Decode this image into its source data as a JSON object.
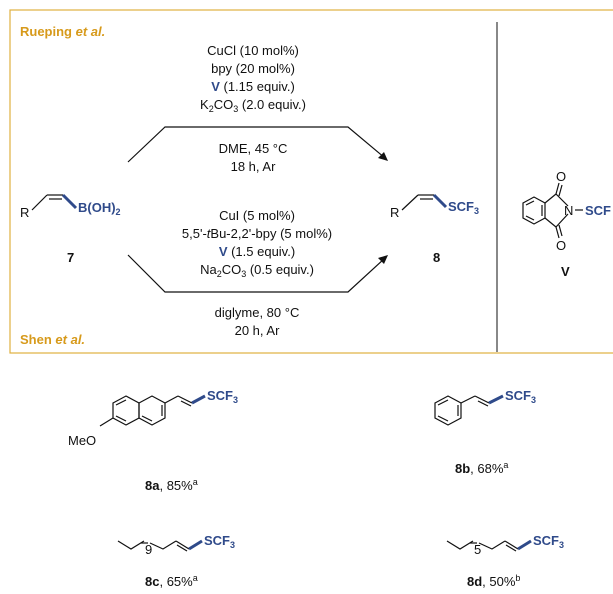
{
  "references": {
    "top": "Rueping",
    "top_etal": "et al.",
    "bottom": "Shen",
    "bottom_etal": "et al."
  },
  "reagent_groups": {
    "upper_above": [
      "CuCl (10 mol%)",
      "bpy (20 mol%)"
    ],
    "upper_V": "V",
    "upper_V_rest": " (1.15 equiv.)",
    "upper_base_a": "K",
    "upper_base_sub1": "2",
    "upper_base_b": "CO",
    "upper_base_sub2": "3",
    "upper_base_c": " (2.0 equiv.)",
    "upper_below": [
      "DME, 45 °C",
      "18 h, Ar"
    ],
    "lower_above_0": "CuI (5 mol%)",
    "lower_above_1a": "5,5'-",
    "lower_above_1b": "t",
    "lower_above_1c": "Bu-2,2'-bpy (5 mol%)",
    "lower_V": "V",
    "lower_V_rest": " (1.5 equiv.)",
    "lower_base_a": "Na",
    "lower_base_sub1": "2",
    "lower_base_b": "CO",
    "lower_base_sub2": "3",
    "lower_base_c": " (0.5 equiv.)",
    "lower_below": [
      "diglyme, 80 °C",
      "20 h, Ar"
    ]
  },
  "compounds": {
    "sm_R": "R",
    "sm_group": "B(OH)",
    "sm_sub": "2",
    "sm_label": "7",
    "prod_R": "R",
    "prod_group": "SCF",
    "prod_sub": "3",
    "prod_label": "8",
    "reagent_O1": "O",
    "reagent_O2": "O",
    "reagent_N": "N",
    "reagent_group": "SCF",
    "reagent_label": "V"
  },
  "products": [
    {
      "id": "8a",
      "yield": ", 85%",
      "note": "a",
      "group": "SCF",
      "sub": "3",
      "subst": "MeO"
    },
    {
      "id": "8b",
      "yield": ", 68%",
      "note": "a",
      "group": "SCF",
      "sub": "3"
    },
    {
      "id": "8c",
      "yield": ", 65%",
      "note": "a",
      "group": "SCF",
      "sub": "3",
      "chain": "9"
    },
    {
      "id": "8d",
      "yield": ", 50%",
      "note": "b",
      "group": "SCF",
      "sub": "3",
      "chain": "5"
    }
  ],
  "colors": {
    "accent": "#2f4a8a",
    "frame": "#d79a1b"
  }
}
